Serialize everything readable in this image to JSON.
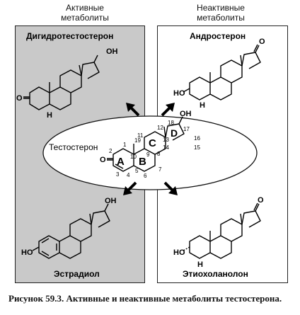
{
  "headers": {
    "active": [
      "Активные",
      "метаболиты"
    ],
    "inactive": [
      "Неактивные",
      "метаболиты"
    ]
  },
  "compounds": {
    "dihydrotestosterone": "Дигидротестостерон",
    "androsterone": "Андростерон",
    "testosterone": "Тестостерон",
    "estradiol": "Эстрадиол",
    "etiocholanolone": "Этиохоланолон"
  },
  "ring_letters": {
    "a": "A",
    "b": "B",
    "c": "C",
    "d": "D"
  },
  "atoms": {
    "oh": "OH",
    "o": "O",
    "h": "H",
    "ho": "HO"
  },
  "numbering": {
    "n1": "1",
    "n2": "2",
    "n3": "3",
    "n4": "4",
    "n5": "5",
    "n6": "6",
    "n7": "7",
    "n8": "8",
    "n9": "9",
    "n10": "10",
    "n11": "11",
    "n12": "12",
    "n13": "13",
    "n14": "14",
    "n15": "15",
    "n16": "16",
    "n17": "17",
    "n18": "18",
    "n19": "19"
  },
  "caption": "Рисунок 59.3. Активные и неактивные метаболиты тестостерона."
}
